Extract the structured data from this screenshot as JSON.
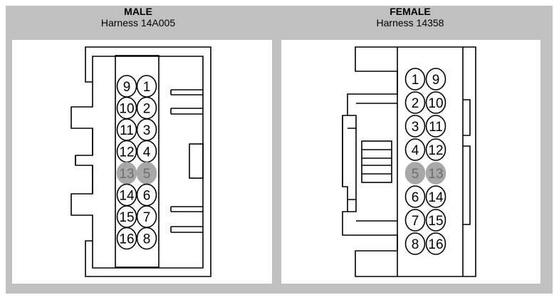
{
  "male": {
    "title": "MALE",
    "subtitle": "Harness  14A005",
    "pin_rows": [
      [
        "9",
        "1"
      ],
      [
        "10",
        "2"
      ],
      [
        "11",
        "3"
      ],
      [
        "12",
        "4"
      ],
      [
        "13",
        "5"
      ],
      [
        "14",
        "6"
      ],
      [
        "15",
        "7"
      ],
      [
        "16",
        "8"
      ]
    ],
    "highlight_row": 4
  },
  "female": {
    "title": "FEMALE",
    "subtitle": "Harness  14358",
    "pin_rows": [
      [
        "1",
        "9"
      ],
      [
        "2",
        "10"
      ],
      [
        "3",
        "11"
      ],
      [
        "4",
        "12"
      ],
      [
        "5",
        "13"
      ],
      [
        "6",
        "14"
      ],
      [
        "7",
        "15"
      ],
      [
        "8",
        "16"
      ]
    ],
    "highlight_row": 4
  },
  "colors": {
    "frame": "#c0c0c0",
    "outline": "#000000",
    "highlight_fill": "#a8a8a8",
    "highlight_text": "#6e6e6e"
  }
}
